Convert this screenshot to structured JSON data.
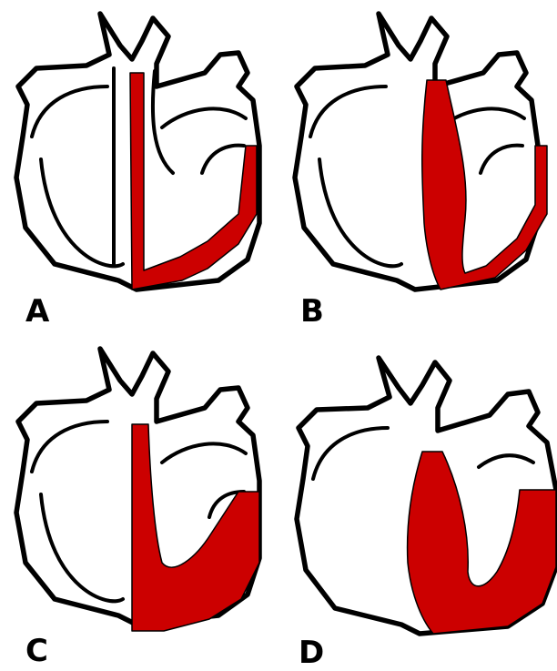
{
  "panels": [
    {
      "id": "A",
      "label": "A"
    },
    {
      "id": "B",
      "label": "B"
    },
    {
      "id": "C",
      "label": "C"
    },
    {
      "id": "D",
      "label": "D"
    }
  ],
  "colors": {
    "myocardium": "#cc0000",
    "outline": "#000000",
    "background": "#ffffff"
  }
}
